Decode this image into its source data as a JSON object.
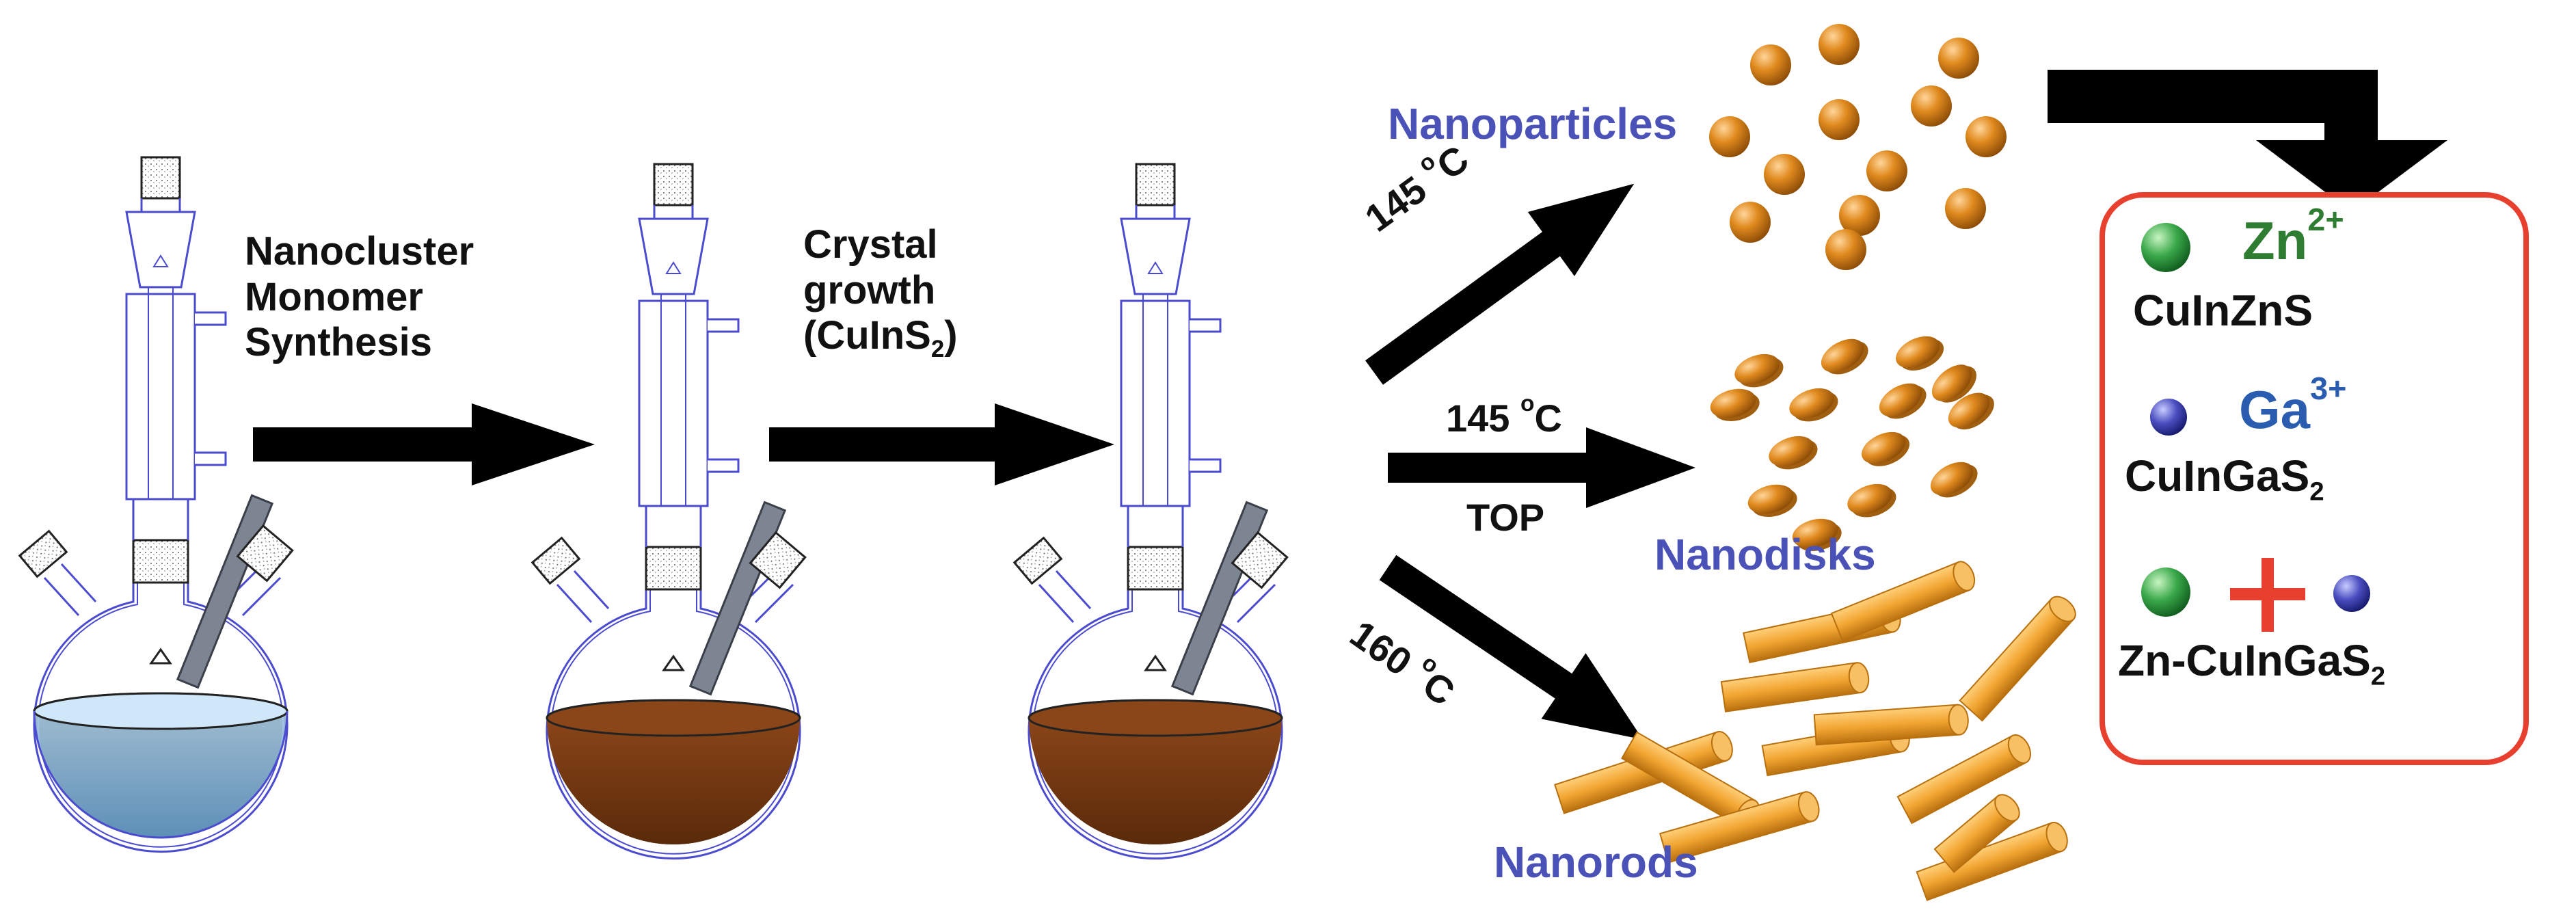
{
  "steps": {
    "step1": [
      "Nanocluster",
      "Monomer",
      "Synthesis"
    ],
    "step2": [
      "Crystal",
      "growth"
    ],
    "step2_formula": {
      "open": "(CuInS",
      "sub": "2",
      "close": ")"
    }
  },
  "branches": {
    "upper": {
      "temp": "145 ",
      "sup": "o",
      "unit": "C",
      "product": "Nanoparticles"
    },
    "middle": {
      "temp": "145 ",
      "sup": "o",
      "unit": "C",
      "reagent": "TOP",
      "product": "Nanodisks"
    },
    "lower": {
      "temp": "160 ",
      "sup": "o",
      "unit": "C",
      "product": "Nanorods"
    }
  },
  "box": {
    "zn": {
      "ion": "Zn",
      "charge": "2+",
      "compound": "CuInZnS"
    },
    "ga": {
      "ion": "Ga",
      "charge": "3+",
      "compound": "CuInGaS",
      "sub": "2"
    },
    "both": {
      "plus": "+",
      "compound": "Zn-CuInGaS",
      "sub": "2"
    }
  },
  "colors": {
    "particle": "#e08a1e",
    "rod": "#f2a531",
    "arrow": "#000000",
    "box_border": "#e8402e",
    "zn_text": "#2e7d32",
    "ga_text": "#2a5db0",
    "label_blue": "#4a52b8",
    "clear_liquid": "#9ec9ea",
    "brown_liquid": "#7a3b12"
  }
}
